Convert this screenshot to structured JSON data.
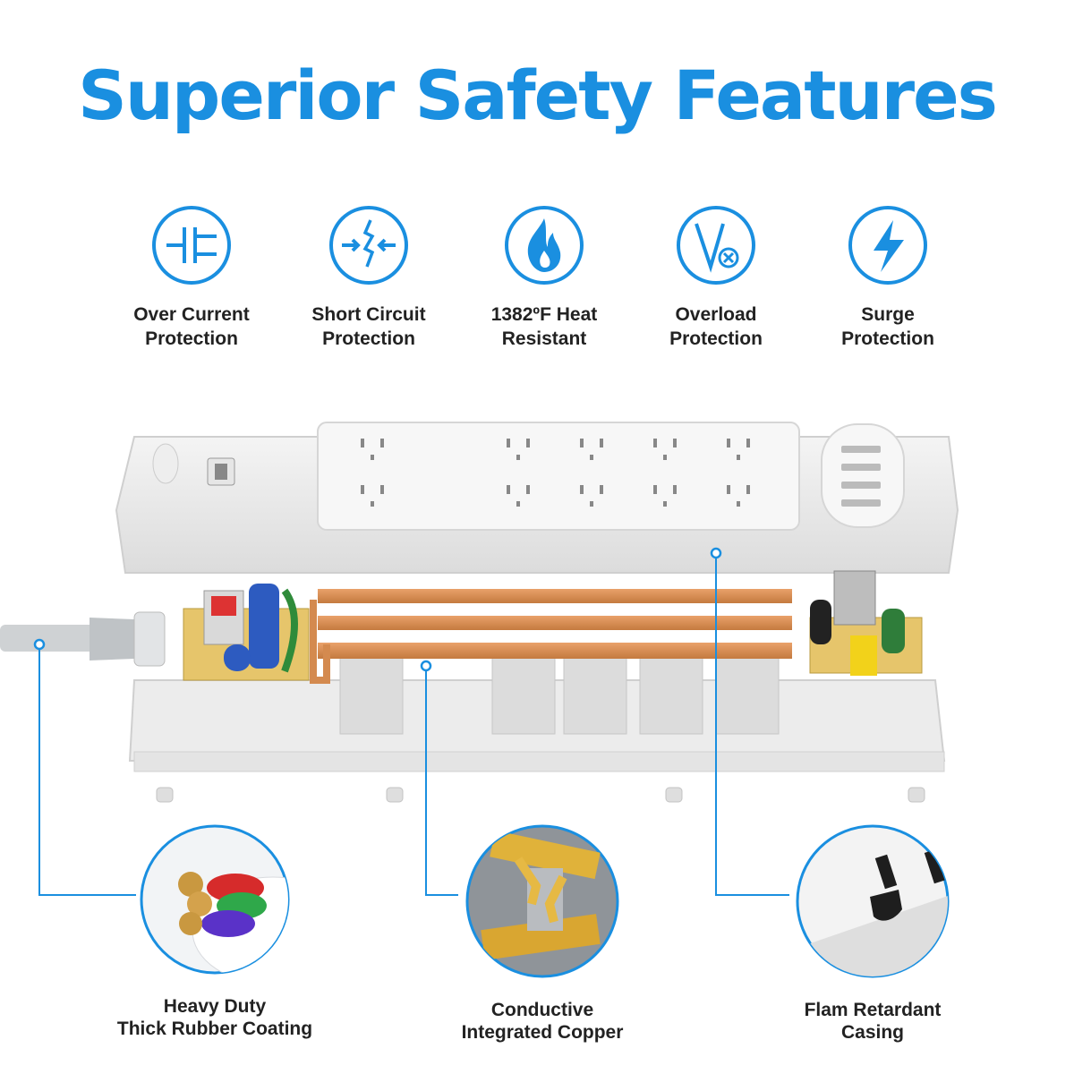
{
  "title": "Superior Safety Features",
  "accent_color": "#1a8fe0",
  "features": [
    {
      "icon": "over-current-icon",
      "label": "Over Current\nProtection"
    },
    {
      "icon": "short-circuit-icon",
      "label": "Short Circuit\nProtection"
    },
    {
      "icon": "flame-icon",
      "label": "1382ºF Heat\nResistant"
    },
    {
      "icon": "overload-icon",
      "label": "Overload\nProtection"
    },
    {
      "icon": "lightning-bolt-icon",
      "label": "Surge\nProtection"
    }
  ],
  "callouts": [
    {
      "name": "rubber-coating",
      "label": "Heavy Duty\nThick Rubber Coating"
    },
    {
      "name": "integrated-copper",
      "label": "Conductive\nIntegrated Copper"
    },
    {
      "name": "retardant-casing",
      "label": "Flam Retardant\nCasing"
    }
  ]
}
